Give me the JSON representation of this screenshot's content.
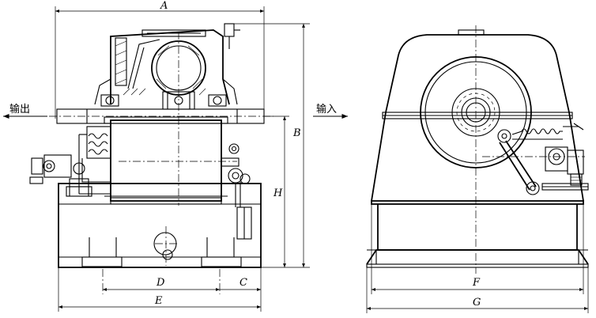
{
  "labels": {
    "output": "输出",
    "input": "输入"
  },
  "dimensions": {
    "A": "A",
    "B": "B",
    "H": "H",
    "D": "D",
    "C": "C",
    "E": "E",
    "F": "F",
    "G": "G"
  },
  "colors": {
    "line": "#000000",
    "background": "#ffffff"
  }
}
